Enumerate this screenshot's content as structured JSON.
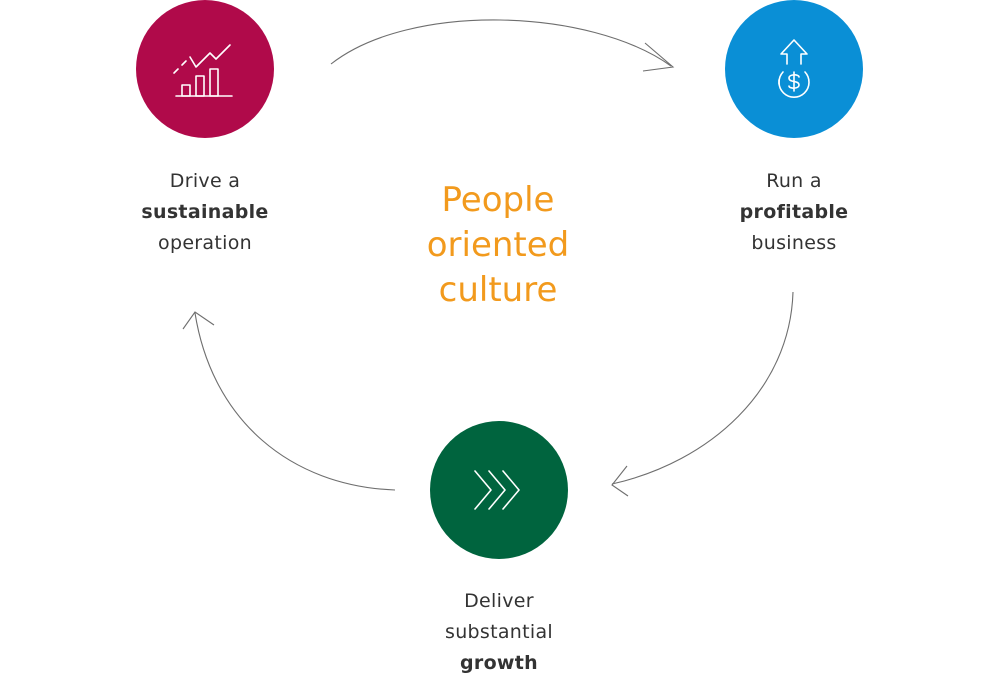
{
  "colors": {
    "sustainable": "#b00a4a",
    "profitable": "#0a8fd6",
    "growth": "#00643e",
    "center": "#f29a1d",
    "arrow": "#6e6e6e",
    "text": "#333333"
  },
  "center": {
    "lines": [
      "People",
      "oriented",
      "culture"
    ]
  },
  "nodes": {
    "sustainable": {
      "icon": "bar-chart-trend-icon",
      "line1": "Drive a",
      "line2": "sustainable",
      "line3": "operation"
    },
    "profitable": {
      "icon": "dollar-coin-up-arrow-icon",
      "line1": "Run a",
      "line2": "profitable",
      "line3": "business"
    },
    "growth": {
      "icon": "triple-chevron-right-icon",
      "line1": "Deliver",
      "line2": "substantial",
      "line3": "growth"
    }
  }
}
